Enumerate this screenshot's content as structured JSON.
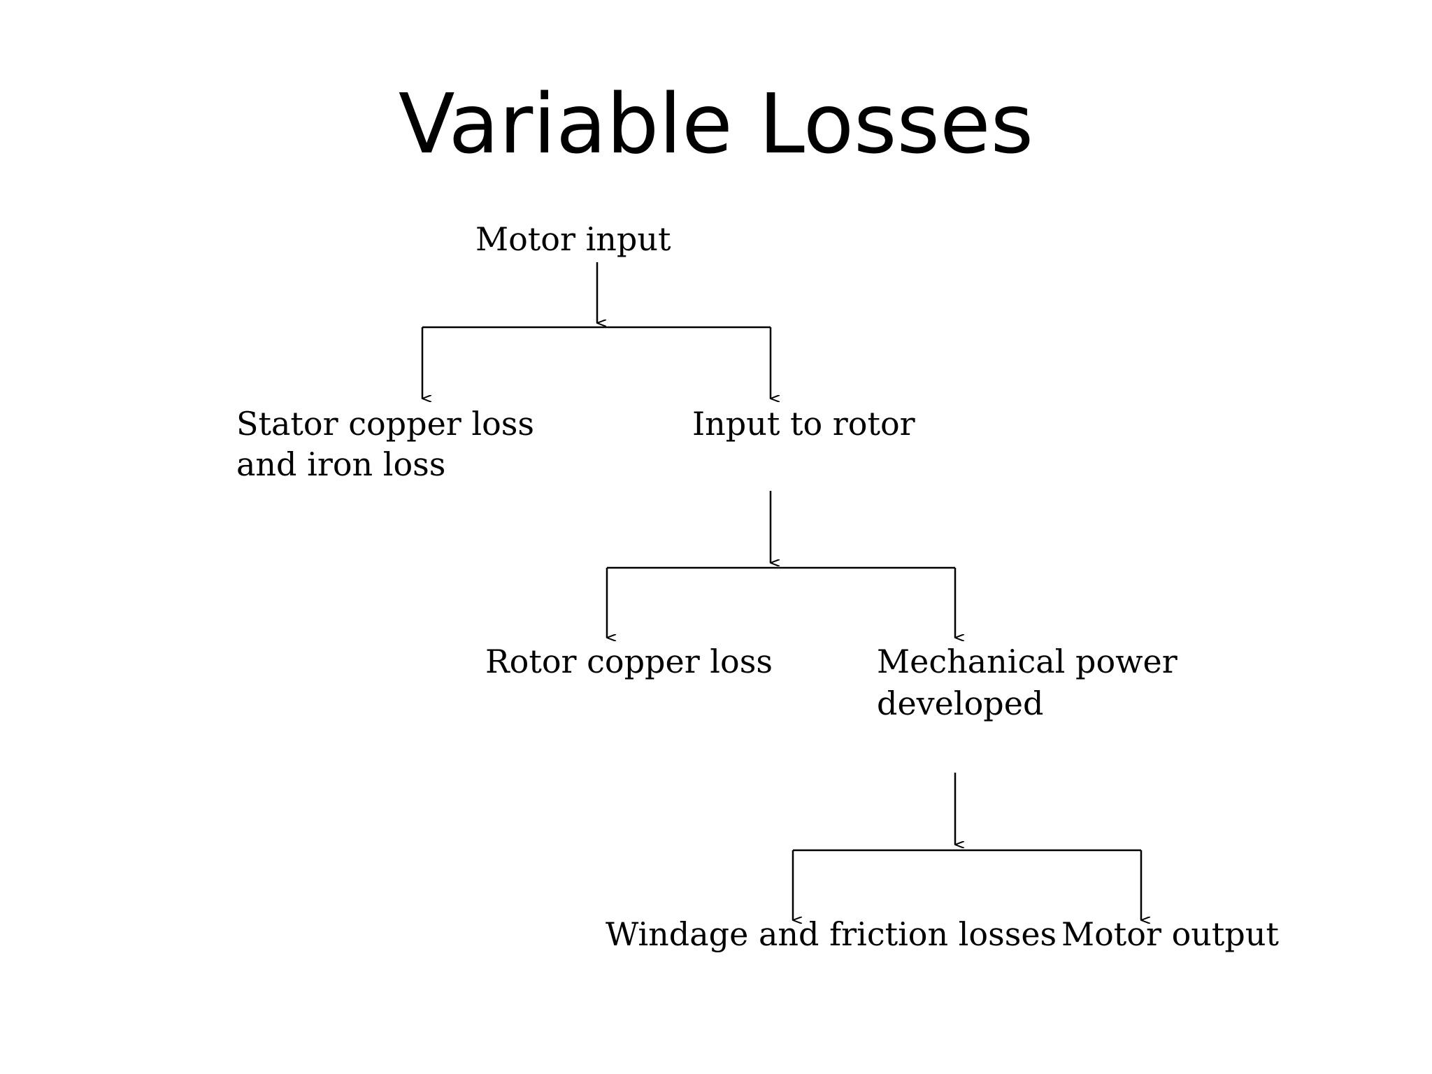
{
  "title": "Variable Losses",
  "diagram": {
    "nodes": {
      "motor_input": [
        "Motor input"
      ],
      "stator_loss": [
        "Stator copper loss",
        "and iron loss"
      ],
      "input_to_rotor": [
        "Input to rotor"
      ],
      "rotor_copper_loss": [
        "Rotor copper loss"
      ],
      "mechanical_power": [
        "Mechanical power",
        "developed"
      ],
      "windage_friction": [
        "Windage and friction losses"
      ],
      "motor_output": [
        "Motor output"
      ]
    },
    "edges": [
      {
        "from": "motor_input",
        "to": [
          "stator_loss",
          "input_to_rotor"
        ]
      },
      {
        "from": "input_to_rotor",
        "to": [
          "rotor_copper_loss",
          "mechanical_power"
        ]
      },
      {
        "from": "mechanical_power",
        "to": [
          "windage_friction",
          "motor_output"
        ]
      }
    ]
  }
}
